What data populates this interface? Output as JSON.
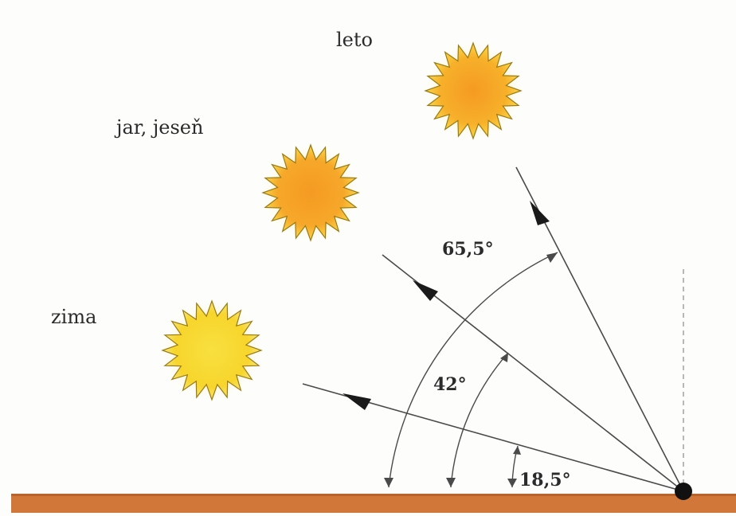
{
  "labels": {
    "summer": "leto",
    "spring_autumn": "jar, jeseň",
    "winter": "zima"
  },
  "angles": {
    "summer": "65,5°",
    "spring_autumn": "42°",
    "winter": "18,5°"
  },
  "angle_values_deg": {
    "summer": 65.5,
    "spring_autumn": 42,
    "winter": 18.5
  },
  "colors": {
    "ground": "#d2773a",
    "sun_summer": "#f6a321",
    "sun_spring_autumn": "#f6a321",
    "sun_winter": "#f8d82a",
    "sun_outline": "#9a7a10"
  }
}
